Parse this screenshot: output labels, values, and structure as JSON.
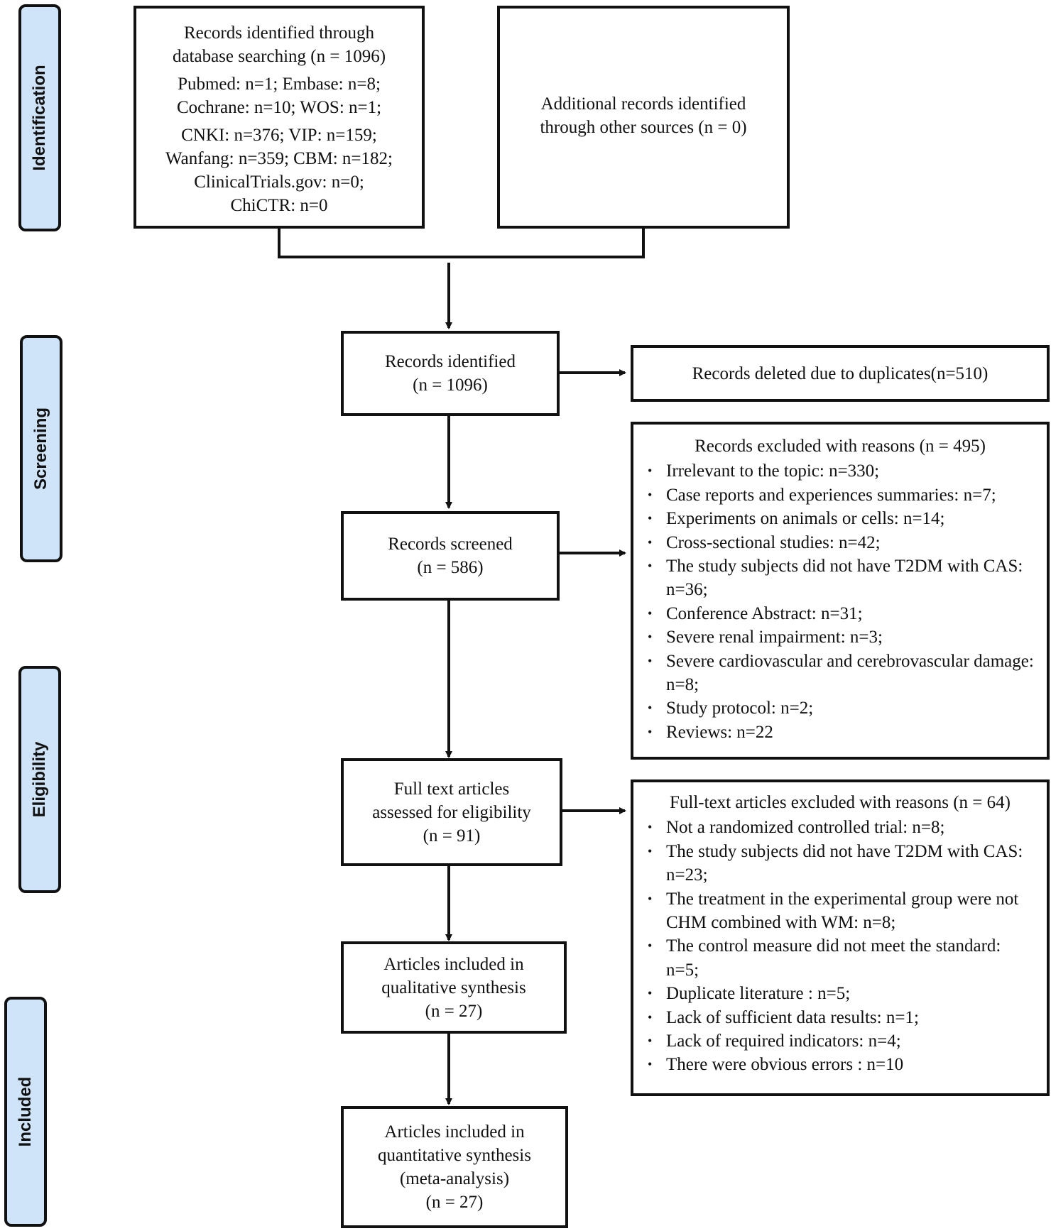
{
  "stages": {
    "identification": "Identification",
    "screening": "Screening",
    "eligibility": "Eligibility",
    "included": "Included"
  },
  "boxes": {
    "database": {
      "lines": [
        "Records identified through",
        "database searching (n = 1096)",
        "Pubmed: n=1; Embase: n=8;",
        "Cochrane: n=10; WOS: n=1;",
        "CNKI: n=376; VIP: n=159;",
        "Wanfang: n=359; CBM: n=182;",
        "ClinicalTrials.gov: n=0;",
        "ChiCTR: n=0"
      ]
    },
    "other_sources": {
      "lines": [
        "Additional records identified",
        "through other sources (n = 0)"
      ]
    },
    "records_identified": {
      "lines": [
        "Records identified",
        "(n = 1096)"
      ]
    },
    "duplicates": {
      "lines": [
        "Records deleted due to duplicates(n=510)"
      ]
    },
    "records_screened": {
      "lines": [
        "Records screened",
        "(n = 586)"
      ]
    },
    "fulltext_assessed": {
      "lines": [
        "Full text articles",
        "assessed for eligibility",
        "(n = 91)"
      ]
    },
    "qualitative": {
      "lines": [
        "Articles included in",
        "qualitative synthesis",
        "(n = 27)"
      ]
    },
    "quantitative": {
      "lines": [
        "Articles included in",
        "quantitative synthesis",
        "(meta-analysis)",
        "(n = 27)"
      ]
    }
  },
  "exclusions": {
    "screening": {
      "title": "Records excluded with reasons (n = 495)",
      "items": [
        "Irrelevant to the topic: n=330;",
        "Case reports and experiences summaries: n=7;",
        "Experiments on animals or cells: n=14;",
        "Cross-sectional studies: n=42;",
        "The study subjects did not have T2DM with CAS: n=36;",
        "Conference Abstract: n=31;",
        "Severe renal impairment: n=3;",
        "Severe cardiovascular and cerebrovascular damage: n=8;",
        "Study protocol: n=2;",
        "Reviews: n=22"
      ]
    },
    "fulltext": {
      "title": "Full-text articles excluded with reasons (n = 64)",
      "items": [
        "Not a randomized controlled trial: n=8;",
        "The study subjects did not have T2DM with CAS: n=23;",
        "The treatment in the experimental group were not CHM combined with WM: n=8;",
        "The control measure did not meet the standard: n=5;",
        "Duplicate literature : n=5;",
        "Lack of sufficient data results: n=1;",
        "Lack of required indicators: n=4;",
        "There were obvious errors : n=10"
      ]
    }
  },
  "colors": {
    "stage_fill": "#cfe4f8",
    "stroke": "#111111",
    "background": "#ffffff"
  }
}
